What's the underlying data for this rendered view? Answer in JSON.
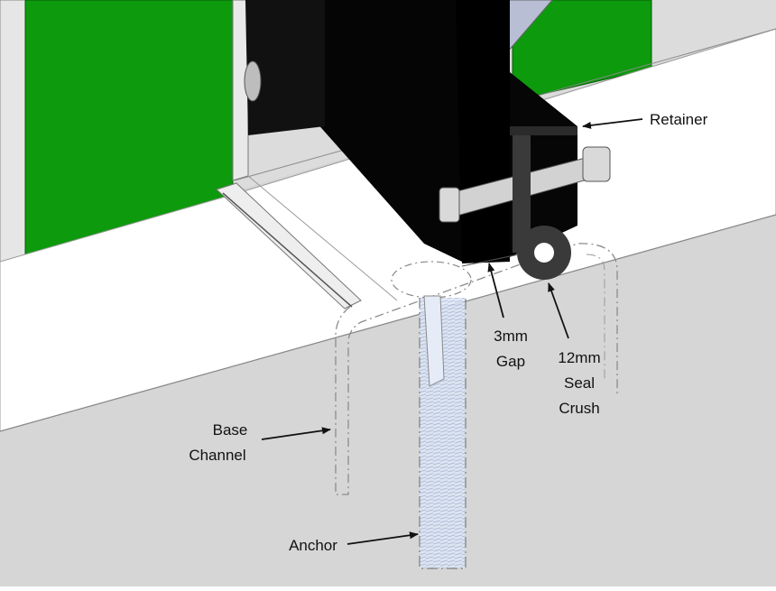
{
  "labels": {
    "retainer": "Retainer",
    "gap_value": "3mm",
    "gap_word": "Gap",
    "seal_value": "12mm",
    "seal_word1": "Seal",
    "seal_word2": "Crush",
    "base_word1": "Base",
    "base_word2": "Channel",
    "anchor": "Anchor"
  },
  "colors": {
    "green_panel": "#0d9a0d",
    "light_grey": "#d9d9d9",
    "curb_white": "#ffffff",
    "retainer_black": "#050505",
    "seal_dark": "#3a3a3a",
    "pin_silver": "#cfcfcf",
    "hidden_line": "#9a9a9a",
    "anchor_tint": "#b9c9e6"
  }
}
